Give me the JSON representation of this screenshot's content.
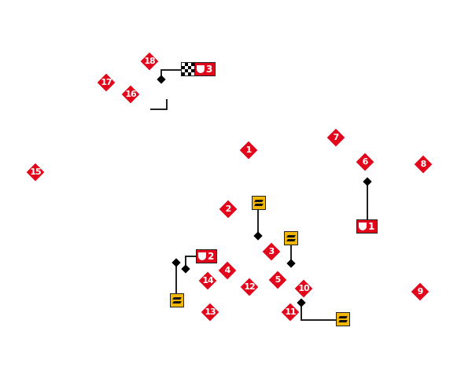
{
  "turns": [
    "1",
    "2",
    "3",
    "4",
    "5",
    "6",
    "7",
    "8",
    "9",
    "10",
    "11",
    "12",
    "13",
    "14",
    "15",
    "16",
    "17",
    "18"
  ],
  "sectors": [
    {
      "label": "1"
    },
    {
      "label": "2"
    },
    {
      "label": "3"
    }
  ],
  "colors": {
    "turn": "#e1061b",
    "drs": "#f2b705"
  }
}
